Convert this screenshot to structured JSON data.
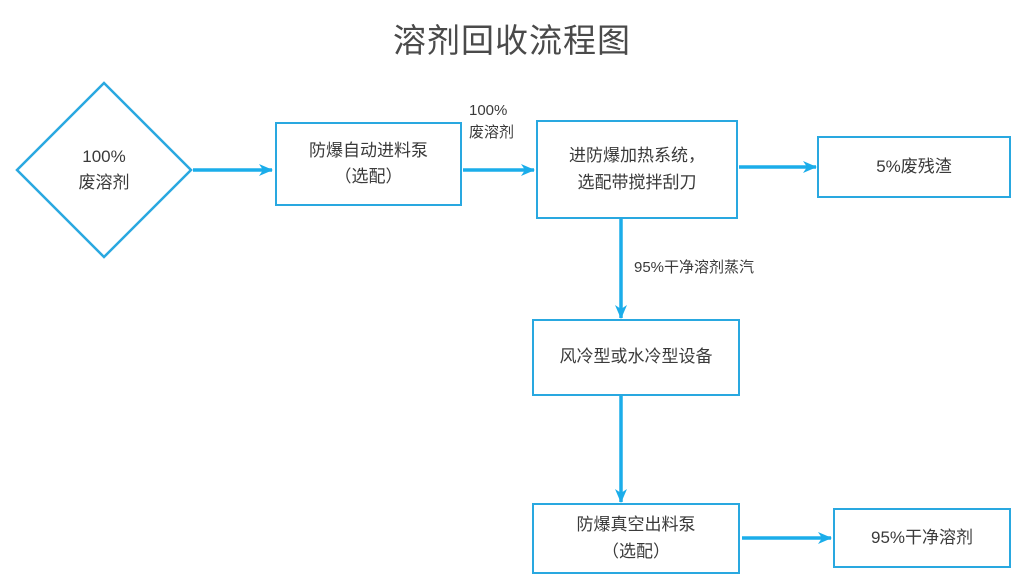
{
  "title": "溶剂回收流程图",
  "theme": {
    "accent": "#29a8e0",
    "arrow": "#1badea",
    "text": "#3a3a3a",
    "title_text": "#4a4a4a",
    "background": "#ffffff"
  },
  "nodes": {
    "waste_solvent": {
      "shape": "diamond",
      "line1": "100%",
      "line2": "废溶剂"
    },
    "feed_pump": {
      "shape": "rectangle",
      "line1": "防爆自动进料泵",
      "line2": "（选配）"
    },
    "heating_system": {
      "shape": "rectangle",
      "line1": "进防爆加热系统，",
      "line2": "选配带搅拌刮刀"
    },
    "residue": {
      "shape": "rectangle",
      "line1": "5%废残渣"
    },
    "cooling_equipment": {
      "shape": "rectangle",
      "line1": "风冷型或水冷型设备"
    },
    "discharge_pump": {
      "shape": "rectangle",
      "line1": "防爆真空出料泵",
      "line2": "（选配）"
    },
    "clean_solvent": {
      "shape": "rectangle",
      "line1": "95%干净溶剂"
    }
  },
  "edge_labels": {
    "waste_to_heating": {
      "line1": "100%",
      "line2": "废溶剂"
    },
    "solvent_vapor": {
      "line1": "95%干净溶剂蒸汽"
    }
  }
}
